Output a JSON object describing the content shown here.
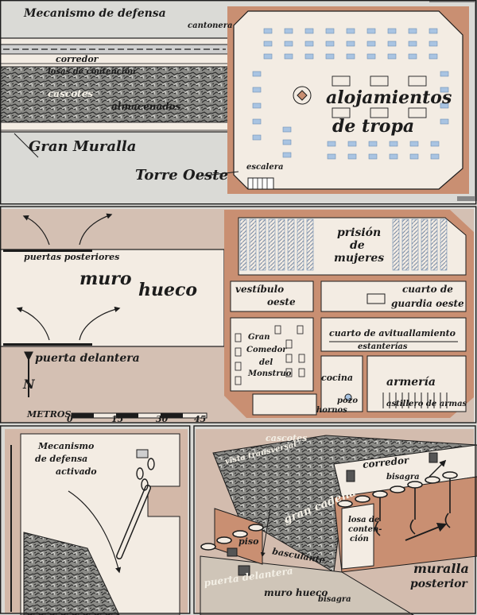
{
  "colors": {
    "paper": "#dadad6",
    "floor": "#f3ece3",
    "wall": "#c98f72",
    "ink": "#1c1c1c",
    "bunk": "#a9c4e2",
    "rubble": "#6b6b6b"
  },
  "top_panel": {
    "defense_mechanism": "Mecanismo de defensa",
    "cantonera": "cantonera",
    "corridor": "corredor",
    "retaining_slabs": "losas de contención",
    "rubble": "cascotes",
    "stored": "almacenados",
    "great_wall": "Gran Muralla",
    "west_tower": "Torre Oeste",
    "stairs": "escalera",
    "barracks_line1": "alojamientos",
    "barracks_line2": "de tropa"
  },
  "middle_panel": {
    "back_doors": "puertas posteriores",
    "hollow_wall_1": "muro",
    "hollow_wall_2": "hueco",
    "front_door": "puerta delantera",
    "north_symbol": "N",
    "women_prison_1": "prisión",
    "women_prison_2": "de",
    "women_prison_3": "mujeres",
    "west_vestibule_1": "vestíbulo",
    "west_vestibule_2": "oeste",
    "west_guard_1": "cuarto de",
    "west_guard_2": "guardia oeste",
    "provisions_room": "cuarto de avituallamiento",
    "shelves": "estanterías",
    "great_hall_1": "Gran",
    "great_hall_2": "Comedor",
    "great_hall_3": "del",
    "great_hall_4": "Monstruo",
    "kitchen": "cocina",
    "armory": "armería",
    "weapon_racks": "astillero de armas",
    "ovens": "hornos",
    "well": "pozo",
    "scale_label": "METROS",
    "scale_ticks": [
      "0",
      "15",
      "30",
      "45"
    ]
  },
  "bottom_left": {
    "activated_line1": "Mecanismo",
    "activated_line2": "de defensa",
    "activated_line3": "activado"
  },
  "bottom_right": {
    "rubble": "cascotes",
    "cross_view": "vista transversal",
    "corridor": "corredor",
    "hinge_1": "bisagra",
    "great_chain": "gran cadena",
    "tilting_floor_1": "piso",
    "tilting_floor_2": "basculante",
    "retaining_slab_1": "losa de",
    "retaining_slab_2": "conten-",
    "retaining_slab_3": "ción",
    "front_door": "puerta delantera",
    "hollow_wall": "muro hueco",
    "hinge_2": "bisagra",
    "back_wall_1": "muralla",
    "back_wall_2": "posterior"
  }
}
